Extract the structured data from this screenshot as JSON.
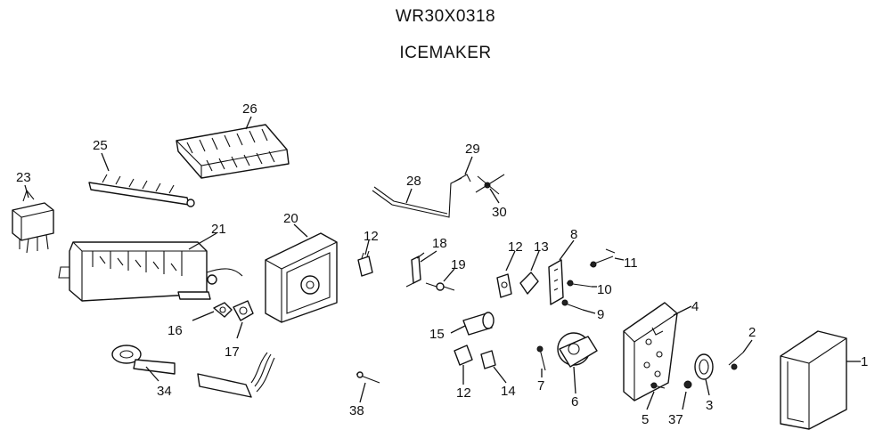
{
  "header": {
    "part_number": "WR30X0318",
    "assembly_name": "ICEMAKER"
  },
  "callouts": [
    {
      "id": "c1",
      "text": "1"
    },
    {
      "id": "c2",
      "text": "2"
    },
    {
      "id": "c3",
      "text": "3"
    },
    {
      "id": "c4",
      "text": "4"
    },
    {
      "id": "c5",
      "text": "5"
    },
    {
      "id": "c6",
      "text": "6"
    },
    {
      "id": "c7",
      "text": "7"
    },
    {
      "id": "c8",
      "text": "8"
    },
    {
      "id": "c9",
      "text": "9"
    },
    {
      "id": "c10",
      "text": "10"
    },
    {
      "id": "c11",
      "text": "11"
    },
    {
      "id": "c12a",
      "text": "12"
    },
    {
      "id": "c12b",
      "text": "12"
    },
    {
      "id": "c12c",
      "text": "12"
    },
    {
      "id": "c13",
      "text": "13"
    },
    {
      "id": "c14",
      "text": "14"
    },
    {
      "id": "c15",
      "text": "15"
    },
    {
      "id": "c16",
      "text": "16"
    },
    {
      "id": "c17",
      "text": "17"
    },
    {
      "id": "c18",
      "text": "18"
    },
    {
      "id": "c19",
      "text": "19"
    },
    {
      "id": "c20",
      "text": "20"
    },
    {
      "id": "c21",
      "text": "21"
    },
    {
      "id": "c23",
      "text": "23"
    },
    {
      "id": "c25",
      "text": "25"
    },
    {
      "id": "c26",
      "text": "26"
    },
    {
      "id": "c28",
      "text": "28"
    },
    {
      "id": "c29",
      "text": "29"
    },
    {
      "id": "c30",
      "text": "30"
    },
    {
      "id": "c34",
      "text": "34"
    },
    {
      "id": "c37",
      "text": "37"
    },
    {
      "id": "c38",
      "text": "38"
    }
  ]
}
